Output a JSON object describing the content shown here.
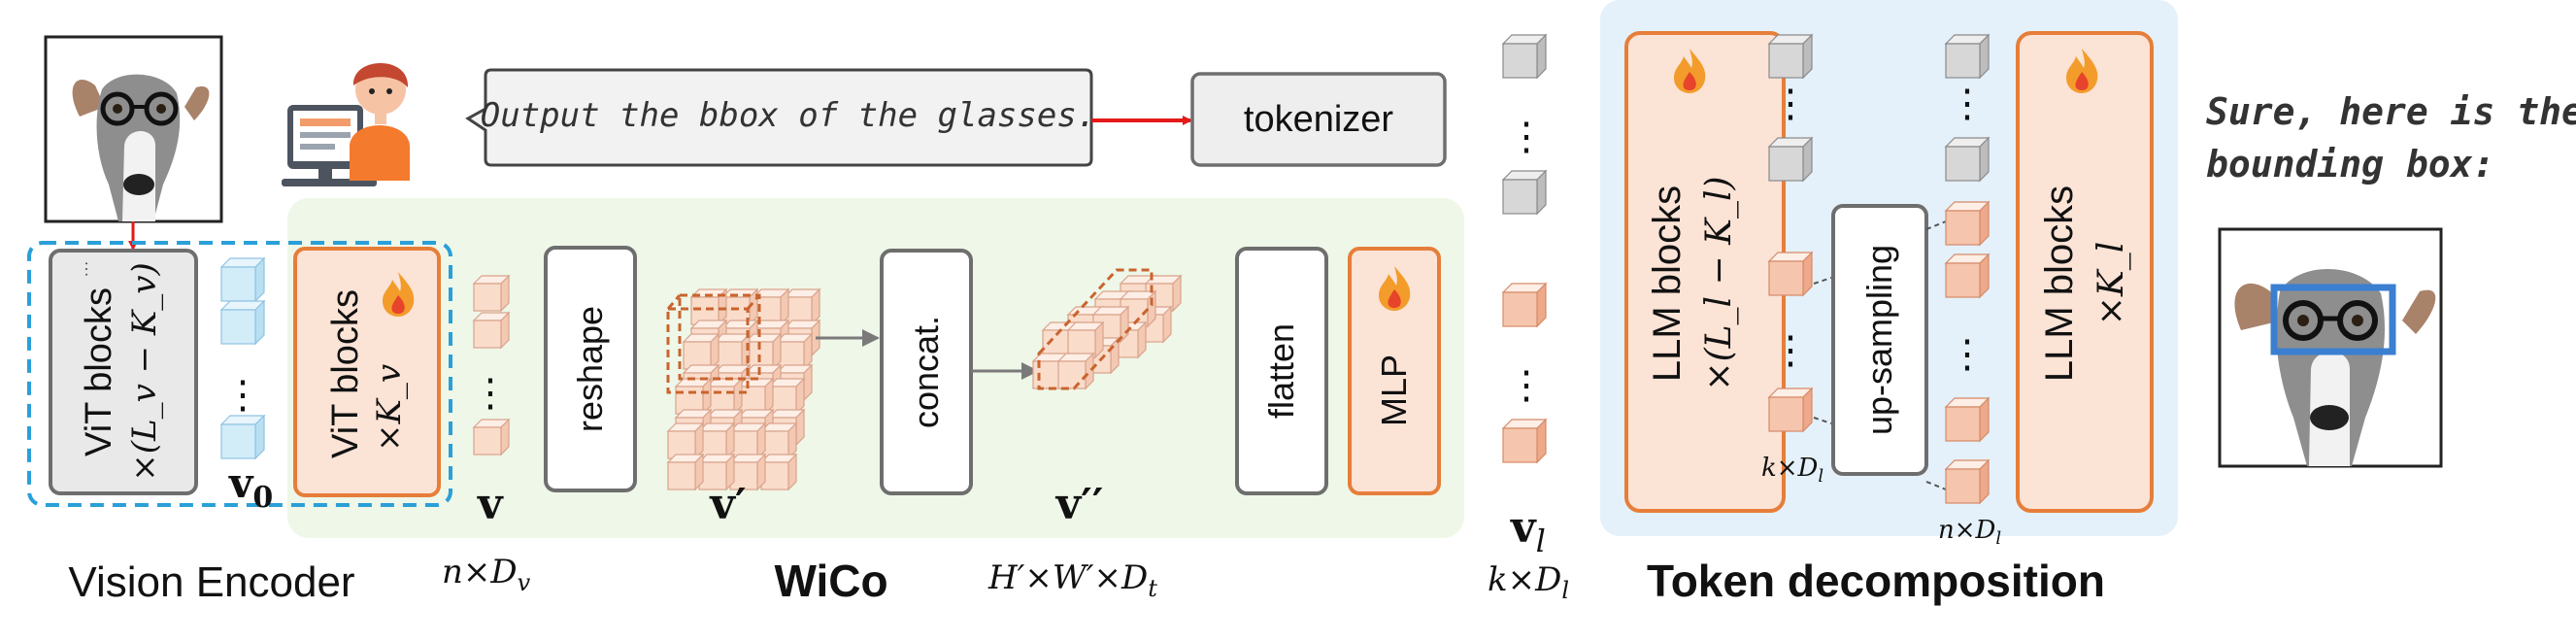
{
  "colors": {
    "green_panel": "#eef7e8",
    "blue_panel": "#e4f1fa",
    "orange_stroke": "#e67e3a",
    "orange_fill": "#fbe3d6",
    "gray_fill": "#e9e9e9",
    "gray_stroke": "#6e6e6e",
    "blue_dash": "#2a9fd8",
    "red_arrow": "#e51919",
    "bbox_blue": "#3b7fd1"
  },
  "prompt": {
    "text": "Output the bbox of the glasses.",
    "tokenizer": "tokenizer"
  },
  "vision_encoder": {
    "frozen_label": "ViT blocks",
    "frozen_count": "×(L_v − K_v)",
    "trainable_label": "ViT blocks",
    "trainable_count": "×K_v",
    "v0": "v",
    "v0_sub": "0",
    "title": "Vision Encoder"
  },
  "wico": {
    "v": "v",
    "v_dim": "n×D",
    "v_dim_sub": "v",
    "reshape": "reshape",
    "v_prime": "v′",
    "concat": "concat.",
    "v_dprime": "v′′",
    "v_dprime_dim": "H′×W′×D",
    "v_dprime_dim_sub": "t",
    "flatten": "flatten",
    "mlp": "MLP",
    "title": "WiCo"
  },
  "vl": {
    "label": "v",
    "sub": "l",
    "dim": "k×D",
    "dim_sub": "l"
  },
  "token_decomposition": {
    "llm1_label": "LLM blocks",
    "llm1_count": "×(L_l − K_l)",
    "upsampling": "up-sampling",
    "kdl": "k×D",
    "kdl_sub": "l",
    "ndl": "n×D",
    "ndl_sub": "l",
    "llm2_label": "LLM blocks",
    "llm2_count": "×K_l",
    "title": "Token decomposition"
  },
  "response": {
    "line1": "Sure, here is the",
    "line2": "bounding box:"
  },
  "icons": {
    "fire": "fire-icon",
    "user": "user-at-computer-icon",
    "dog": "dog-photo"
  }
}
